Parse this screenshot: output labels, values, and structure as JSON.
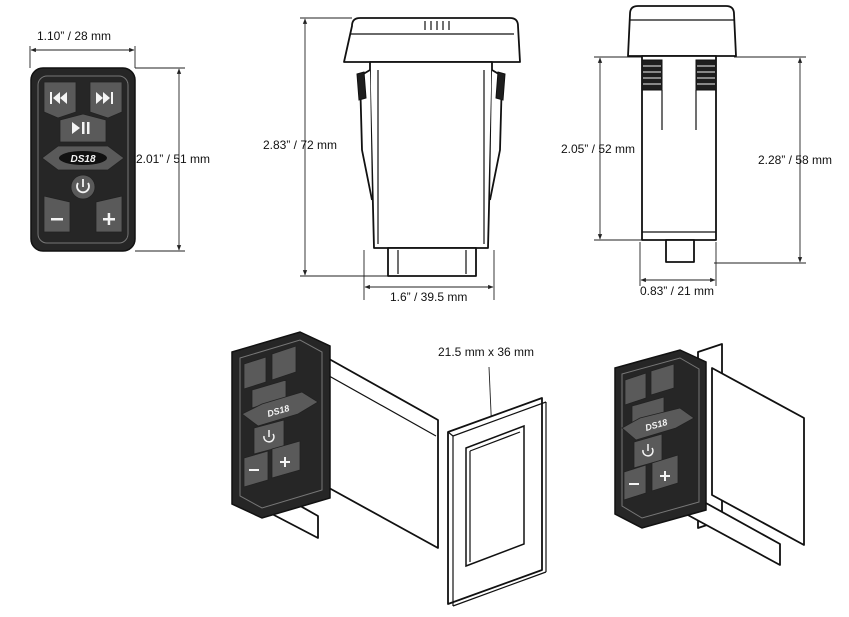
{
  "dimensions": {
    "front_width": "1.10” / 28 mm",
    "front_height": "2.01” / 51 mm",
    "side_height": "2.83” / 72 mm",
    "side_width": "1.6” / 39.5 mm",
    "profile_clip_height": "2.05” / 52 mm",
    "profile_total_height": "2.28” / 58 mm",
    "profile_depth": "0.83” / 21 mm",
    "cutout_size": "21.5 mm x 36 mm"
  },
  "logo_text": "DS18",
  "icons": [
    "skip-back-icon",
    "skip-forward-icon",
    "play-pause-icon",
    "power-icon",
    "minus-icon",
    "plus-icon"
  ]
}
